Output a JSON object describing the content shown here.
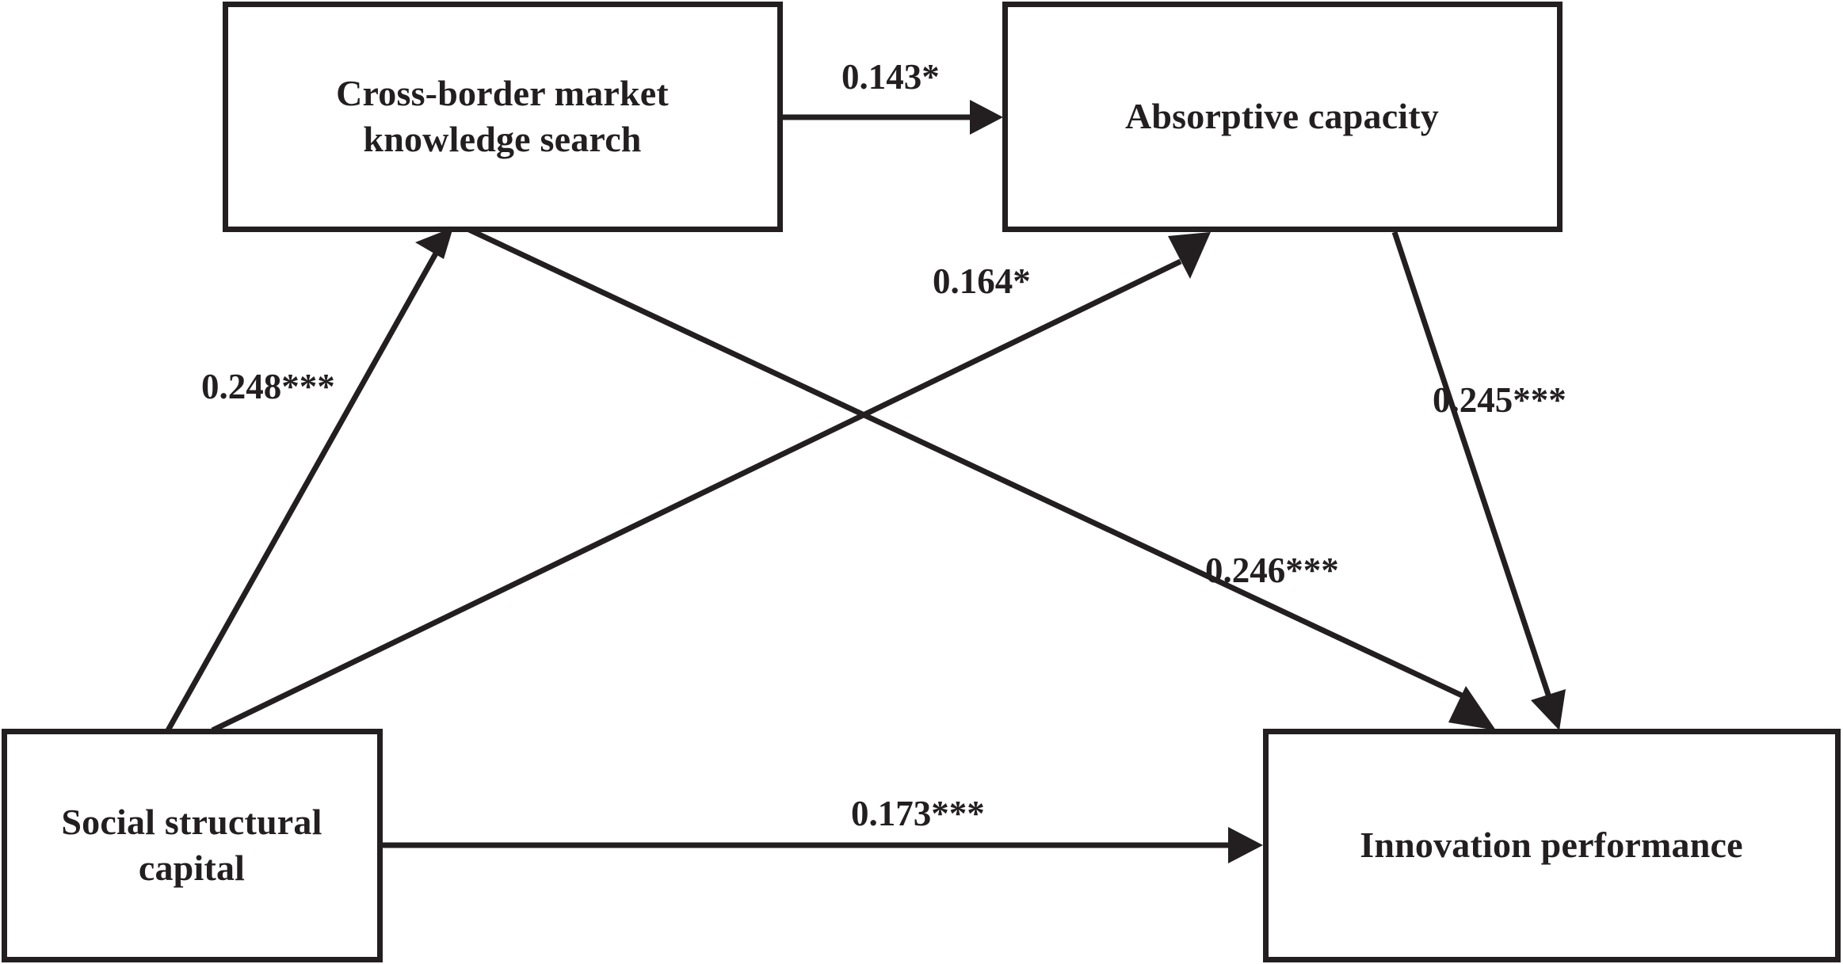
{
  "diagram": {
    "type": "path-model",
    "title": "",
    "background_color": "#ffffff",
    "line_color": "#231f20",
    "nodes": [
      {
        "id": "cross-border-market-knowledge-search",
        "label_line1": "Cross-border market",
        "label_line2": "knowledge search",
        "label": "Cross-border market knowledge search"
      },
      {
        "id": "absorptive-capacity",
        "label_line1": "Absorptive capacity",
        "label_line2": "",
        "label": "Absorptive capacity"
      },
      {
        "id": "social-structural-capital",
        "label_line1": "Social structural capital",
        "label_line2": "",
        "label": "Social structural capital"
      },
      {
        "id": "innovation-performance",
        "label_line1": "Innovation performance",
        "label_line2": "",
        "label": "Innovation performance"
      }
    ],
    "edges": [
      {
        "id": "search-to-absorptive",
        "from": "cross-border-market-knowledge-search",
        "to": "absorptive-capacity",
        "coefficient": "0.143*",
        "estimate": 0.143,
        "significance": "*"
      },
      {
        "id": "social-to-search",
        "from": "social-structural-capital",
        "to": "cross-border-market-knowledge-search",
        "coefficient": "0.248***",
        "estimate": 0.248,
        "significance": "***"
      },
      {
        "id": "social-to-absorptive",
        "from": "social-structural-capital",
        "to": "absorptive-capacity",
        "coefficient": "0.164*",
        "estimate": 0.164,
        "significance": "*"
      },
      {
        "id": "absorptive-to-innovation",
        "from": "absorptive-capacity",
        "to": "innovation-performance",
        "coefficient": "0.245***",
        "estimate": 0.245,
        "significance": "***"
      },
      {
        "id": "search-to-innovation",
        "from": "cross-border-market-knowledge-search",
        "to": "innovation-performance",
        "coefficient": "0.246***",
        "estimate": 0.246,
        "significance": "***"
      },
      {
        "id": "social-to-innovation",
        "from": "social-structural-capital",
        "to": "innovation-performance",
        "coefficient": "0.173***",
        "estimate": 0.173,
        "significance": "***"
      }
    ]
  }
}
